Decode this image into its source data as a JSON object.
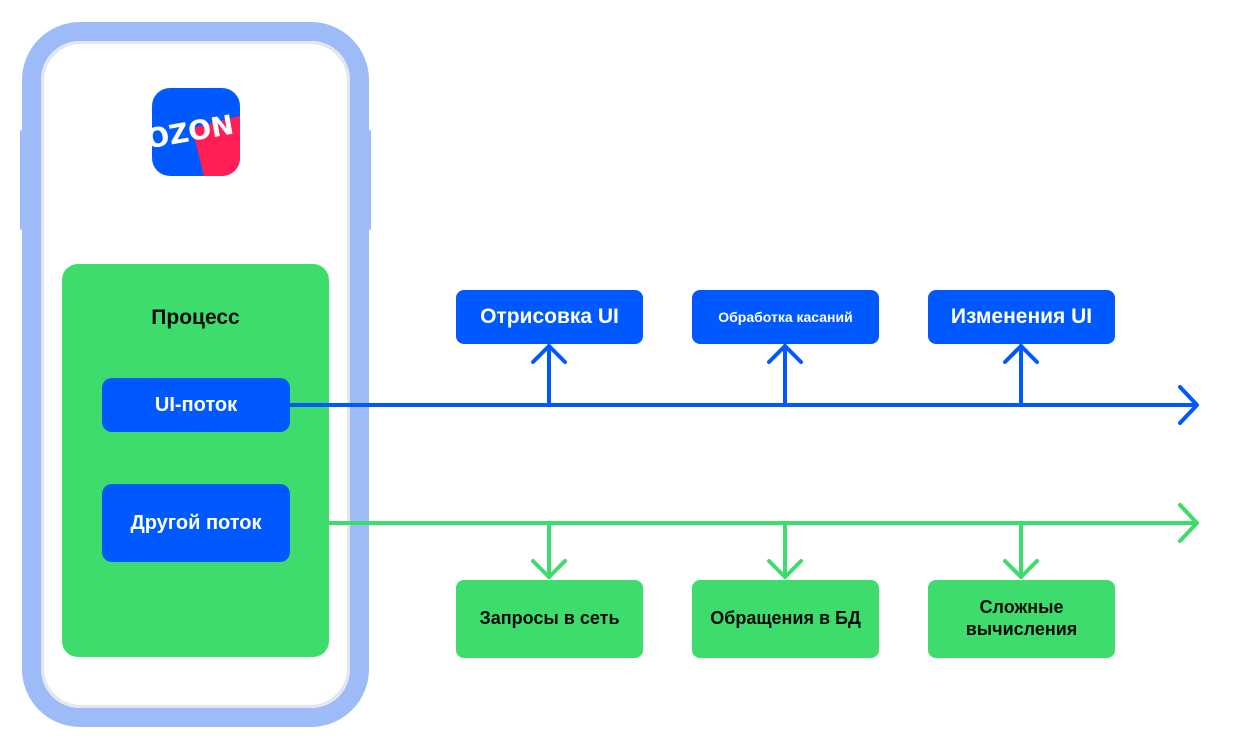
{
  "logo": {
    "text": "OZON",
    "colors": {
      "background": "#0059ff",
      "accent": "#ff1f55",
      "text": "#ffffff"
    }
  },
  "process": {
    "title": "Процесс",
    "ui_thread": "UI-поток",
    "other_thread": "Другой поток"
  },
  "ui_tasks": [
    {
      "label": "Отрисовка UI"
    },
    {
      "label": "Обработка касаний"
    },
    {
      "label": "Изменения UI"
    }
  ],
  "other_tasks": [
    {
      "label": "Запросы в сеть"
    },
    {
      "label": "Обращения в БД"
    },
    {
      "label": "Сложные вычисления"
    }
  ],
  "colors": {
    "blue": "#0059ff",
    "green": "#3ddc6c",
    "phone_frame": "#9dbcf7"
  }
}
